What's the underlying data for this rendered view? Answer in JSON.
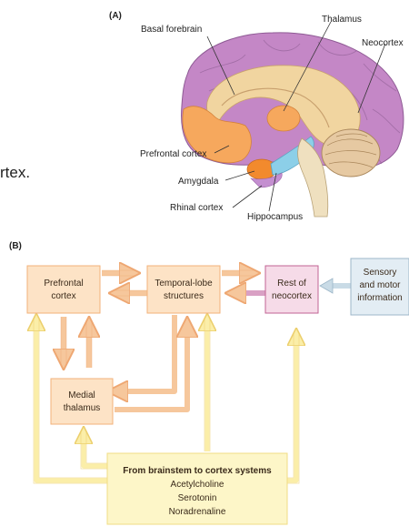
{
  "panel_a": {
    "tag": "(A)",
    "fragment_text": "rtex.",
    "labels": {
      "basal_forebrain": "Basal forebrain",
      "thalamus": "Thalamus",
      "neocortex": "Neocortex",
      "prefrontal_cortex": "Prefrontal cortex",
      "amygdala": "Amygdala",
      "rhinal_cortex": "Rhinal cortex",
      "hippocampus": "Hippocampus"
    }
  },
  "panel_b": {
    "tag": "(B)",
    "boxes": {
      "prefrontal": [
        "Prefrontal",
        "cortex"
      ],
      "temporal": [
        "Temporal-lobe",
        "structures"
      ],
      "rest": [
        "Rest of",
        "neocortex"
      ],
      "sensory": [
        "Sensory",
        "and motor",
        "information"
      ],
      "medial": [
        "Medial",
        "thalamus"
      ],
      "brainstem": [
        "From brainstem to cortex systems",
        "Acetylcholine",
        "Serotonin",
        "Noradrenaline"
      ]
    }
  },
  "colors": {
    "orange_box_fill": "#fde3c6",
    "orange_box_stroke": "#f2b27a",
    "pink_box_fill": "#f6dbe8",
    "pink_box_stroke": "#c16393",
    "blue_box_fill": "#e3edf4",
    "blue_box_stroke": "#9cb6c8",
    "yellow_box_fill": "#fdf6c8",
    "yellow_box_stroke": "#f0dc85",
    "neocortex_purple": "#c487c6",
    "basal_forebrain_tan": "#f1d5a0",
    "prefrontal_orange": "#f6a85d",
    "hippocampus_blue": "#8ccfe8",
    "amygdala_orange": "#f28a2d"
  }
}
